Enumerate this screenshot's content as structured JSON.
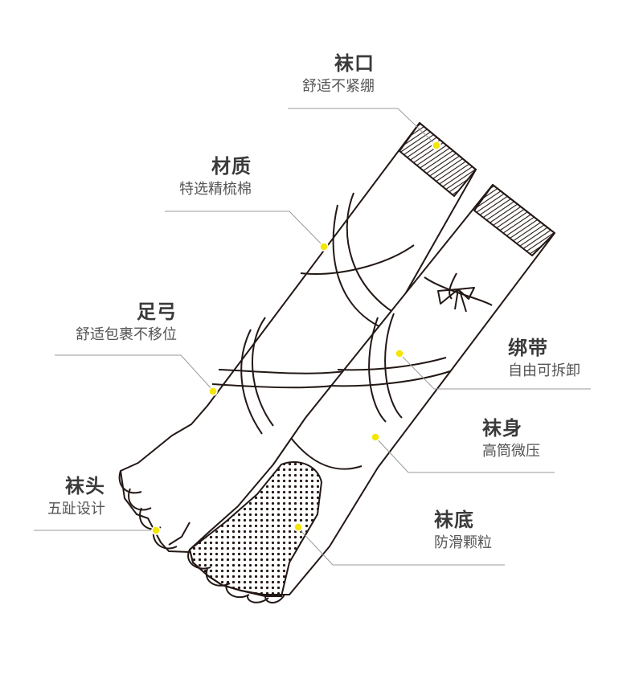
{
  "accent_color": "#f5e600",
  "line_color": "#231815",
  "callouts": {
    "cuff": {
      "title": "袜口",
      "sub": "舒适不紧绷"
    },
    "material": {
      "title": "材质",
      "sub": "特选精梳棉"
    },
    "arch": {
      "title": "足弓",
      "sub": "舒适包裹不移位"
    },
    "toe": {
      "title": "袜头",
      "sub": "五趾设计"
    },
    "strap": {
      "title": "绑带",
      "sub": "自由可拆卸"
    },
    "body": {
      "title": "袜身",
      "sub": "高筒微压"
    },
    "sole": {
      "title": "袜底",
      "sub": "防滑颗粒"
    }
  }
}
